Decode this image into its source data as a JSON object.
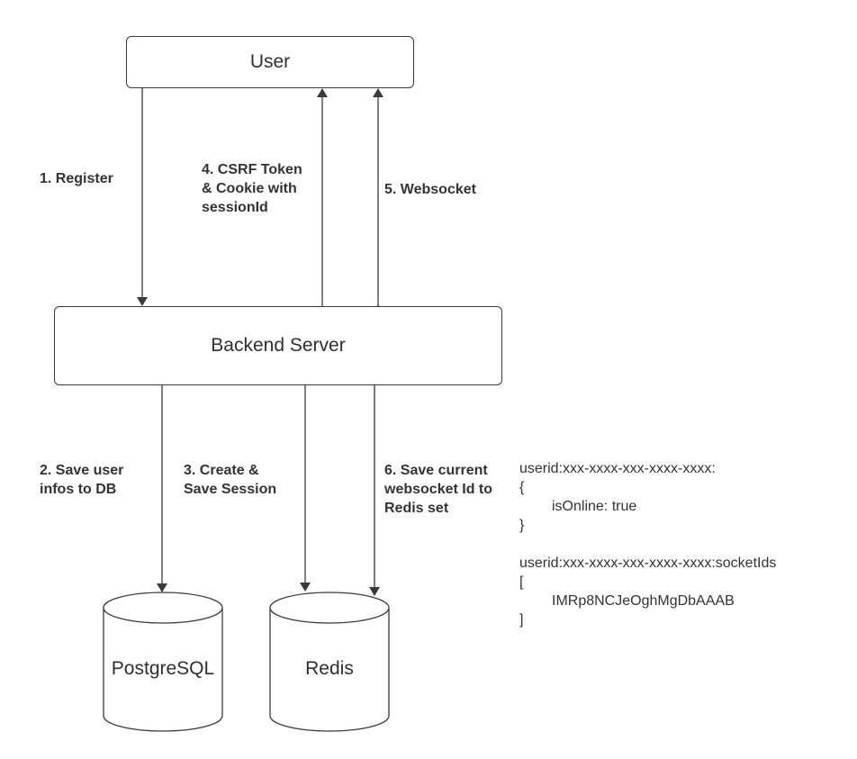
{
  "nodes": {
    "user": "User",
    "backend": "Backend Server",
    "postgres": "PostgreSQL",
    "redis": "Redis"
  },
  "edges": {
    "register": "1.  Register",
    "csrf": "4. CSRF Token\n& Cookie with\nsessionId",
    "websocket": "5. Websocket",
    "save_user": "2. Save user\ninfos to DB",
    "create_session": "3. Create &\nSave Session",
    "save_socket": "6. Save current\nwebsocket Id to\nRedis set"
  },
  "redis_data": {
    "online_key": "userid:xxx-xxxx-xxx-xxxx-xxxx:",
    "online_open": "{",
    "online_value": "isOnline: true",
    "online_close": "}",
    "sockets_key": "userid:xxx-xxxx-xxx-xxxx-xxxx:socketIds",
    "sockets_open": "[",
    "sockets_value": "IMRp8NCJeOghMgDbAAAB",
    "sockets_close": "]"
  },
  "colors": {
    "stroke": "#3a3a3a",
    "text": "#2f2f2f"
  }
}
